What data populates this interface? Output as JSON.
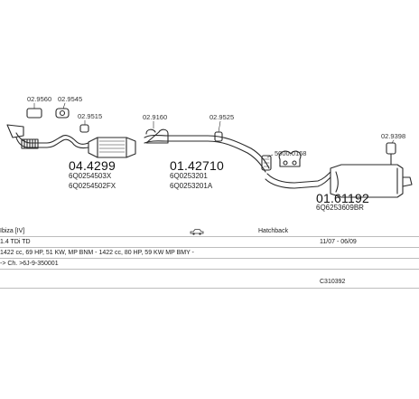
{
  "parts": [
    {
      "id": "clamp1",
      "ref": "02.9560"
    },
    {
      "id": "clamp2",
      "ref": "02.9545"
    },
    {
      "id": "clamp3",
      "ref": "02.9515"
    },
    {
      "id": "clamp4",
      "ref": "02.9160"
    },
    {
      "id": "clamp5",
      "ref": "02.9525"
    },
    {
      "id": "clamp6",
      "ref": "5000.0168"
    },
    {
      "id": "clamp7",
      "ref": "02.9398"
    }
  ],
  "sections": [
    {
      "number": "04.4299",
      "oem": [
        "6Q0254503X",
        "6Q0254502FX"
      ]
    },
    {
      "number": "01.42710",
      "oem": [
        "6Q0253201",
        "6Q0253201A"
      ]
    },
    {
      "number": "01.61192",
      "oem": [
        "6Q6253609BR"
      ]
    }
  ],
  "table": {
    "model": "Ibiza [IV]",
    "body": "Hatchback",
    "engine": "1.4 TDi TD",
    "years": "11/07 - 06/09",
    "spec": "1422 cc, 69 HP, 51 KW, MP BNM - 1422 cc, 80 HP, 59 KW MP BMY -",
    "chassis": "-> Ch. >6J-9-350001",
    "code": "C310392"
  },
  "colors": {
    "line": "#2a2a2a",
    "rule": "#bdbdbd"
  }
}
